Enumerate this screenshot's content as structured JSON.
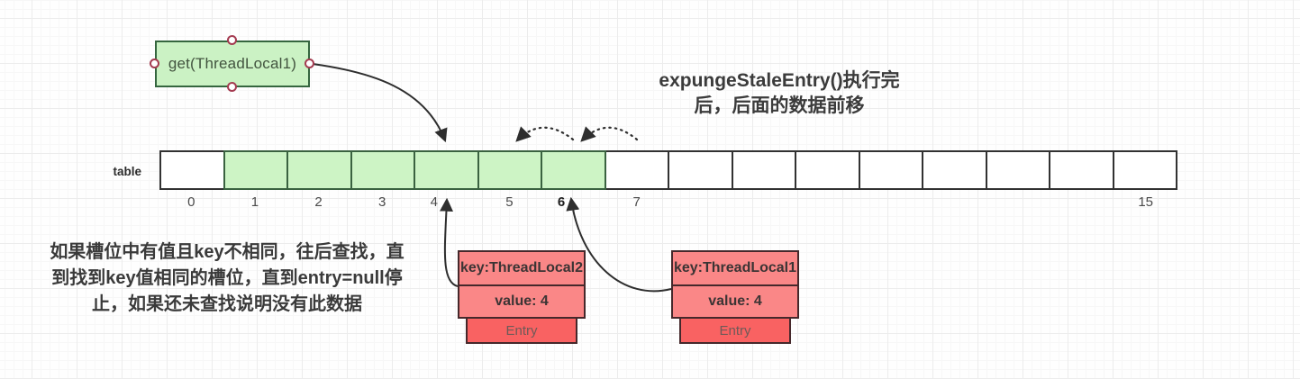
{
  "get_box": {
    "label": "get(ThreadLocal1)"
  },
  "title": {
    "line1": "expungeStaleEntry()执行完",
    "line2": "后，后面的数据前移"
  },
  "note": {
    "line1": "如果槽位中有值且key不相同，往后查找，直",
    "line2": "到找到key值相同的槽位，直到entry=null停",
    "line3": "止，如果还未查找说明没有此数据"
  },
  "table": {
    "label": "table",
    "cells": [
      {
        "index": "0",
        "filled": false,
        "bold": false
      },
      {
        "index": "1",
        "filled": true,
        "bold": false
      },
      {
        "index": "2",
        "filled": true,
        "bold": false
      },
      {
        "index": "3",
        "filled": true,
        "bold": false
      },
      {
        "index": "4",
        "filled": true,
        "bold": false
      },
      {
        "index": "5",
        "filled": true,
        "bold": false
      },
      {
        "index": "6",
        "filled": true,
        "bold": true
      },
      {
        "index": "7",
        "filled": false,
        "bold": false
      },
      {
        "index": "",
        "filled": false,
        "bold": false
      },
      {
        "index": "",
        "filled": false,
        "bold": false
      },
      {
        "index": "",
        "filled": false,
        "bold": false
      },
      {
        "index": "",
        "filled": false,
        "bold": false
      },
      {
        "index": "",
        "filled": false,
        "bold": false
      },
      {
        "index": "",
        "filled": false,
        "bold": false
      },
      {
        "index": "",
        "filled": false,
        "bold": false
      },
      {
        "index": "15",
        "filled": false,
        "bold": false
      }
    ]
  },
  "entries": [
    {
      "key": "key:ThreadLocal2",
      "value": "value: 4",
      "footer": "Entry"
    },
    {
      "key": "key:ThreadLocal1",
      "value": "value: 4",
      "footer": "Entry"
    }
  ],
  "colors": {
    "cell_green": "#cdf4c5",
    "cell_green_border": "#3a6240",
    "entry_light_red": "#fa8787",
    "entry_dark_red": "#f96262",
    "entry_border": "#45282b",
    "handle_ring": "#a43b50",
    "arrow": "#2e2e2e"
  }
}
